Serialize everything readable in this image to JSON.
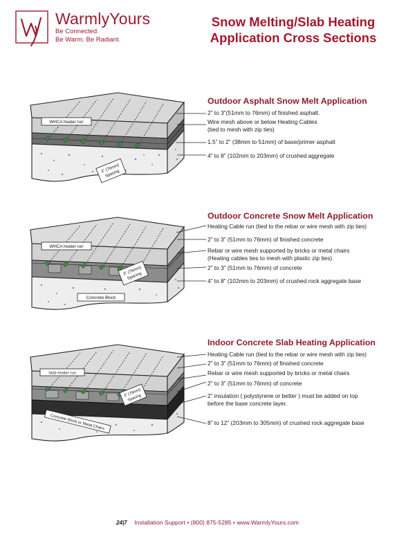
{
  "header": {
    "brand_name": "WarmlyYours",
    "tagline_1": "Be Connected.",
    "tagline_2": "Be Warm. Be Radiant.",
    "title_line_1": "Snow Melting/Slab Heating",
    "title_line_2": "Application Cross Sections"
  },
  "sections": [
    {
      "title": "Outdoor Asphalt Snow Melt Application",
      "annotations": [
        "2” to 3”(51mm to 76mm) of finished asphalt.",
        "Wire mesh above or below Heating Cables",
        "(tied to mesh with zip ties)",
        "1.5” to 2” (38mm to 51mm) of base/primer asphalt",
        "4” to 8” (102mm to 203mm) of crushed aggregate"
      ],
      "labels": {
        "run": "WHCA heater run",
        "spacing_1": "3” (76mm)",
        "spacing_2": "Spacing"
      }
    },
    {
      "title": "Outdoor Concrete Snow Melt Application",
      "annotations": [
        "Heating Cable run (tied to the rebar or wire mesh with zip ties)",
        "2” to 3” (51mm to 76mm) of finished concrete",
        "Rebar or wire mesh supported by bricks or metal chairs",
        "(Heating cables ties to mesh with plastic zip ties)",
        "2” to 3” (51mm to 76mm) of concrete",
        "4” to 8” (102mm to 203mm) of crushed rock aggregate base"
      ],
      "labels": {
        "run": "WHCA heater run",
        "spacing_1": "3” (76mm)",
        "spacing_2": "Spacing",
        "block": "Concrete Block"
      }
    },
    {
      "title": "Indoor Concrete Slab Heating Application",
      "annotations": [
        "Heating Cable run (tied to the rebar or wire mesh with zip ties)",
        "2” to 3” (51mm to 76mm) of finished concrete",
        "Rebar or wire mesh supported by bricks or metal chairs",
        "2” to 3” (51mm to 76mm) of concrete",
        "2” insulation ( polystyrene or better ) must be added on top",
        "before the base concrete layer.",
        "8” to 12” (203mm to 305mm) of crushed rock aggregate base"
      ],
      "labels": {
        "run": "Slab heater run",
        "spacing_1": "3” (76mm)",
        "spacing_2": "Spacing",
        "block": "Concrete Block or Metal Chairs"
      }
    }
  ],
  "footer": {
    "badge": "24|7",
    "text": "Installation Support  •  (800) 875-5285  •  www.WarmlyYours.com"
  },
  "colors": {
    "brand": "#9b1b30",
    "heading": "#8e1b2e",
    "cable_marker": "#3f8f4b"
  }
}
